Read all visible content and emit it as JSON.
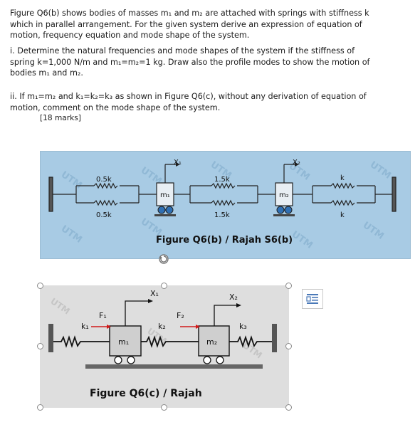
{
  "question": {
    "intro": "Figure Q6(b) shows bodies of masses m₁ and m₂ are attached with springs with stiffness k which in parallel arrangement. For the given system derive an expression of equation of motion, frequency equation and mode shape of the system.",
    "part_i": "i. Determine the natural frequencies and mode shapes of the system if the stiffness of spring k=1,000 N/m and m₁=m₂=1 kg. Draw also the profile modes to show the motion of bodies m₁ and m₂.",
    "part_ii": "ii. If m₁=m₂ and k₁=k₂=k₃ as shown in Figure Q6(c), without any derivation of equation of motion, comment on the mode shape of the system.",
    "marks": "[18 marks]"
  },
  "figure_b": {
    "caption": "Figure Q6(b) / Rajah S6(b)",
    "x1": "X₁",
    "x2": "X₂",
    "m1": "m₁",
    "m2": "m₂",
    "spring_left_top": "0.5k",
    "spring_left_bottom": "0.5k",
    "spring_mid_top": "1.5k",
    "spring_mid_bottom": "1.5k",
    "spring_right_top": "k",
    "spring_right_bottom": "k",
    "watermark": "UTM"
  },
  "figure_c": {
    "caption": "Figure Q6(c) / Rajah",
    "x1": "X₁",
    "x2": "X₂",
    "f1": "F₁",
    "f2": "F₂",
    "k1": "k₁",
    "k2": "k₂",
    "k3": "k₃",
    "m1": "m₁",
    "m2": "m₂",
    "watermark": "UTM"
  },
  "colors": {
    "figure_b_bg": "#a8cbe4",
    "figure_c_bg": "#dedede",
    "force_arrow": "#d11a1a"
  },
  "icons": {
    "rotate_handle": "rotate-icon",
    "layout_options": "layout-options-icon"
  }
}
